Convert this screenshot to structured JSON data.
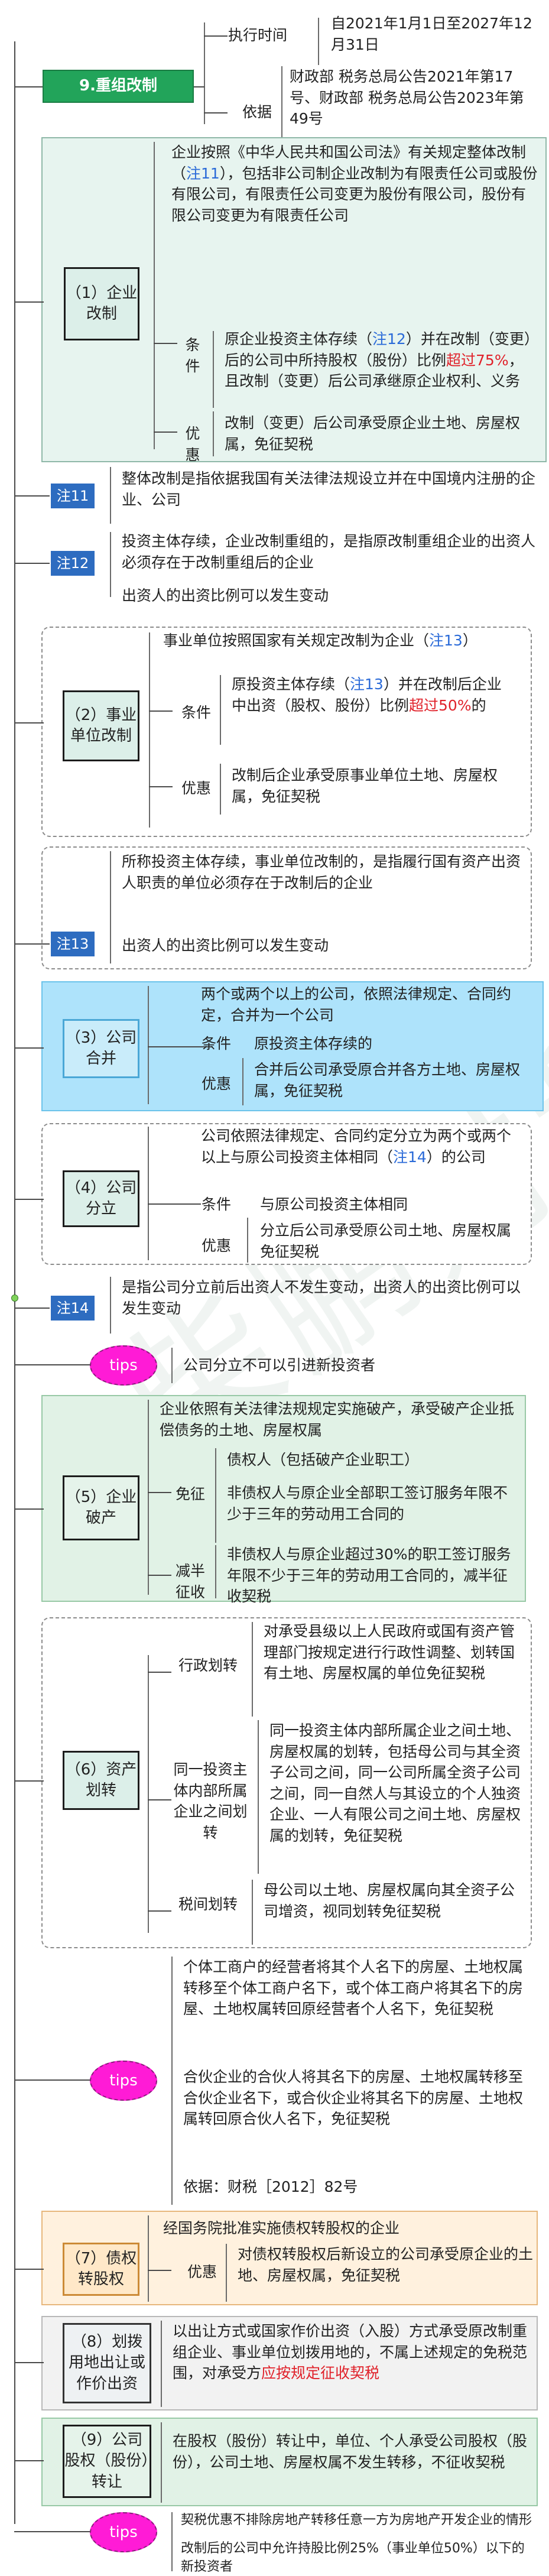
{
  "colors": {
    "green_node": "#22a45a",
    "teal_bg": "#dcefe9",
    "blue_note": "#2d6cc0",
    "tips": "#ff1bd6",
    "red": "#e0212a",
    "orange": "#ffe8c8",
    "sky": "#c9ecfa"
  },
  "main": {
    "title": "9.重组改制"
  },
  "top": {
    "exec_label": "执行时间",
    "exec_value": "自2021年1月1日至2027年12月31日",
    "basis_label": "依据",
    "basis_value": "财政部 税务总局公告2021年第17号、财政部 税务总局公告2023年第49号"
  },
  "s1": {
    "title": "（1）企业改制",
    "desc_a": "企业按照《中华人民共和国公司法》有关规定整体改制（",
    "desc_note": "注11",
    "desc_b": "），包括非公司制企业改制为有限责任公司或股份有限公司，有限责任公司变更为股份有限公司，股份有限公司变更为有限责任公司",
    "cond_label": "条件",
    "cond_a": "原企业投资主体存续（",
    "cond_note": "注12",
    "cond_b": "）并在改制（变更）后的公司中所持股权（股份）比例",
    "cond_red": "超过75%",
    "cond_c": "，且改制（变更）后公司承继原企业权利、义务",
    "pref_label": "优惠",
    "pref": "改制（变更）后公司承受原企业土地、房屋权属，免征契税"
  },
  "note11": {
    "label": "注11",
    "text": "整体改制是指依据我国有关法律法规设立并在中国境内注册的企业、公司"
  },
  "note12": {
    "label": "注12",
    "text1": "投资主体存续，企业改制重组的，是指原改制重组企业的出资人必须存在于改制重组后的企业",
    "text2": "出资人的出资比例可以发生变动"
  },
  "s2": {
    "title": "（2）事业单位改制",
    "desc_a": "事业单位按照国家有关规定改制为企业（",
    "desc_note": "注13",
    "desc_b": "）",
    "cond_label": "条件",
    "cond_a": "原投资主体存续（",
    "cond_note": "注13",
    "cond_b": "）并在改制后企业中出资（股权、股份）比例",
    "cond_red": "超过50%",
    "cond_c": "的",
    "pref_label": "优惠",
    "pref": "改制后企业承受原事业单位土地、房屋权属，免征契税"
  },
  "note13": {
    "label": "注13",
    "text1": "所称投资主体存续，事业单位改制的，是指履行国有资产出资人职责的单位必须存在于改制后的企业",
    "text2": "出资人的出资比例可以发生变动"
  },
  "s3": {
    "title": "（3）公司合并",
    "desc": "两个或两个以上的公司，依照法律规定、合同约定，合并为一个公司",
    "cond_label": "条件",
    "cond": "原投资主体存续的",
    "pref_label": "优惠",
    "pref": "合并后公司承受原合并各方土地、房屋权属，免征契税"
  },
  "s4": {
    "title": "（4）公司分立",
    "desc_a": "公司依照法律规定、合同约定分立为两个或两个以上与原公司投资主体相同（",
    "desc_note": "注14",
    "desc_b": "）的公司",
    "cond_label": "条件",
    "cond": "与原公司投资主体相同",
    "pref_label": "优惠",
    "pref": "分立后公司承受原公司土地、房屋权属免征契税"
  },
  "note14": {
    "label": "注14",
    "text": "是指公司分立前后出资人不发生变动，出资人的出资比例可以发生变动"
  },
  "tips1": {
    "label": "tips",
    "text": "公司分立不可以引进新投资者"
  },
  "s5": {
    "title": "（5）企业破产",
    "desc": "企业依照有关法律法规规定实施破产，承受破产企业抵偿债务的土地、房屋权属",
    "exempt_label": "免征",
    "exempt1": "债权人（包括破产企业职工）",
    "exempt2": "非债权人与原企业全部职工签订服务年限不少于三年的劳动用工合同的",
    "half_label": "减半征收",
    "half": "非债权人与原企业超过30%的职工签订服务年限不少于三年的劳动用工合同的，减半征收契税"
  },
  "s6": {
    "title": "（6）资产划转",
    "admin_label": "行政划转",
    "admin": "对承受县级以上人民政府或国有资产管理部门按规定进行行政性调整、划转国有土地、房屋权属的单位免征契税",
    "same_label": "同一投资主体内部所属企业之间划转",
    "same": "同一投资主体内部所属企业之间土地、房屋权属的划转，包括母公司与其全资子公司之间，同一公司所属全资子公司之间，同一自然人与其设立的个人独资企业、一人有限公司之间土地、房屋权属的划转，免征契税",
    "tax_label": "税间划转",
    "tax": "母公司以土地、房屋权属向其全资子公司增资，视同划转免征契税"
  },
  "tips2": {
    "label": "tips",
    "p1": "个体工商户的经营者将其个人名下的房屋、土地权属转移至个体工商户名下，或个体工商户将其名下的房屋、土地权属转回原经营者个人名下，免征契税",
    "p2": "合伙企业的合伙人将其名下的房屋、土地权属转移至合伙企业名下，或合伙企业将其名下的房屋、土地权属转回原合伙人名下，免征契税",
    "p3": "依据：财税［2012］82号"
  },
  "s7": {
    "title": "（7）债权转股权",
    "desc": "经国务院批准实施债权转股权的企业",
    "pref_label": "优惠",
    "pref": "对债权转股权后新设立的公司承受原企业的土地、房屋权属，免征契税"
  },
  "s8": {
    "title": "（8）划拨用地出让或作价出资",
    "text_a": "以出让方式或国家作价出资（入股）方式承受原改制重组企业、事业单位划拨用地的，不属上述规定的免税范围，对承受方",
    "text_red": "应按规定征收契税"
  },
  "s9": {
    "title": "（9）公司股权（股份）转让",
    "text": "在股权（股份）转让中，单位、个人承受公司股权（股份），公司土地、房屋权属不发生转移，不征收契税"
  },
  "tips3": {
    "label": "tips",
    "p1": "契税优惠不排除房地产转移任意一方为房地产开发企业的情形",
    "p2": "改制后的公司中允许持股比例25%（事业单位50%）以下的新投资者"
  },
  "watermark": "柴鹏财税"
}
